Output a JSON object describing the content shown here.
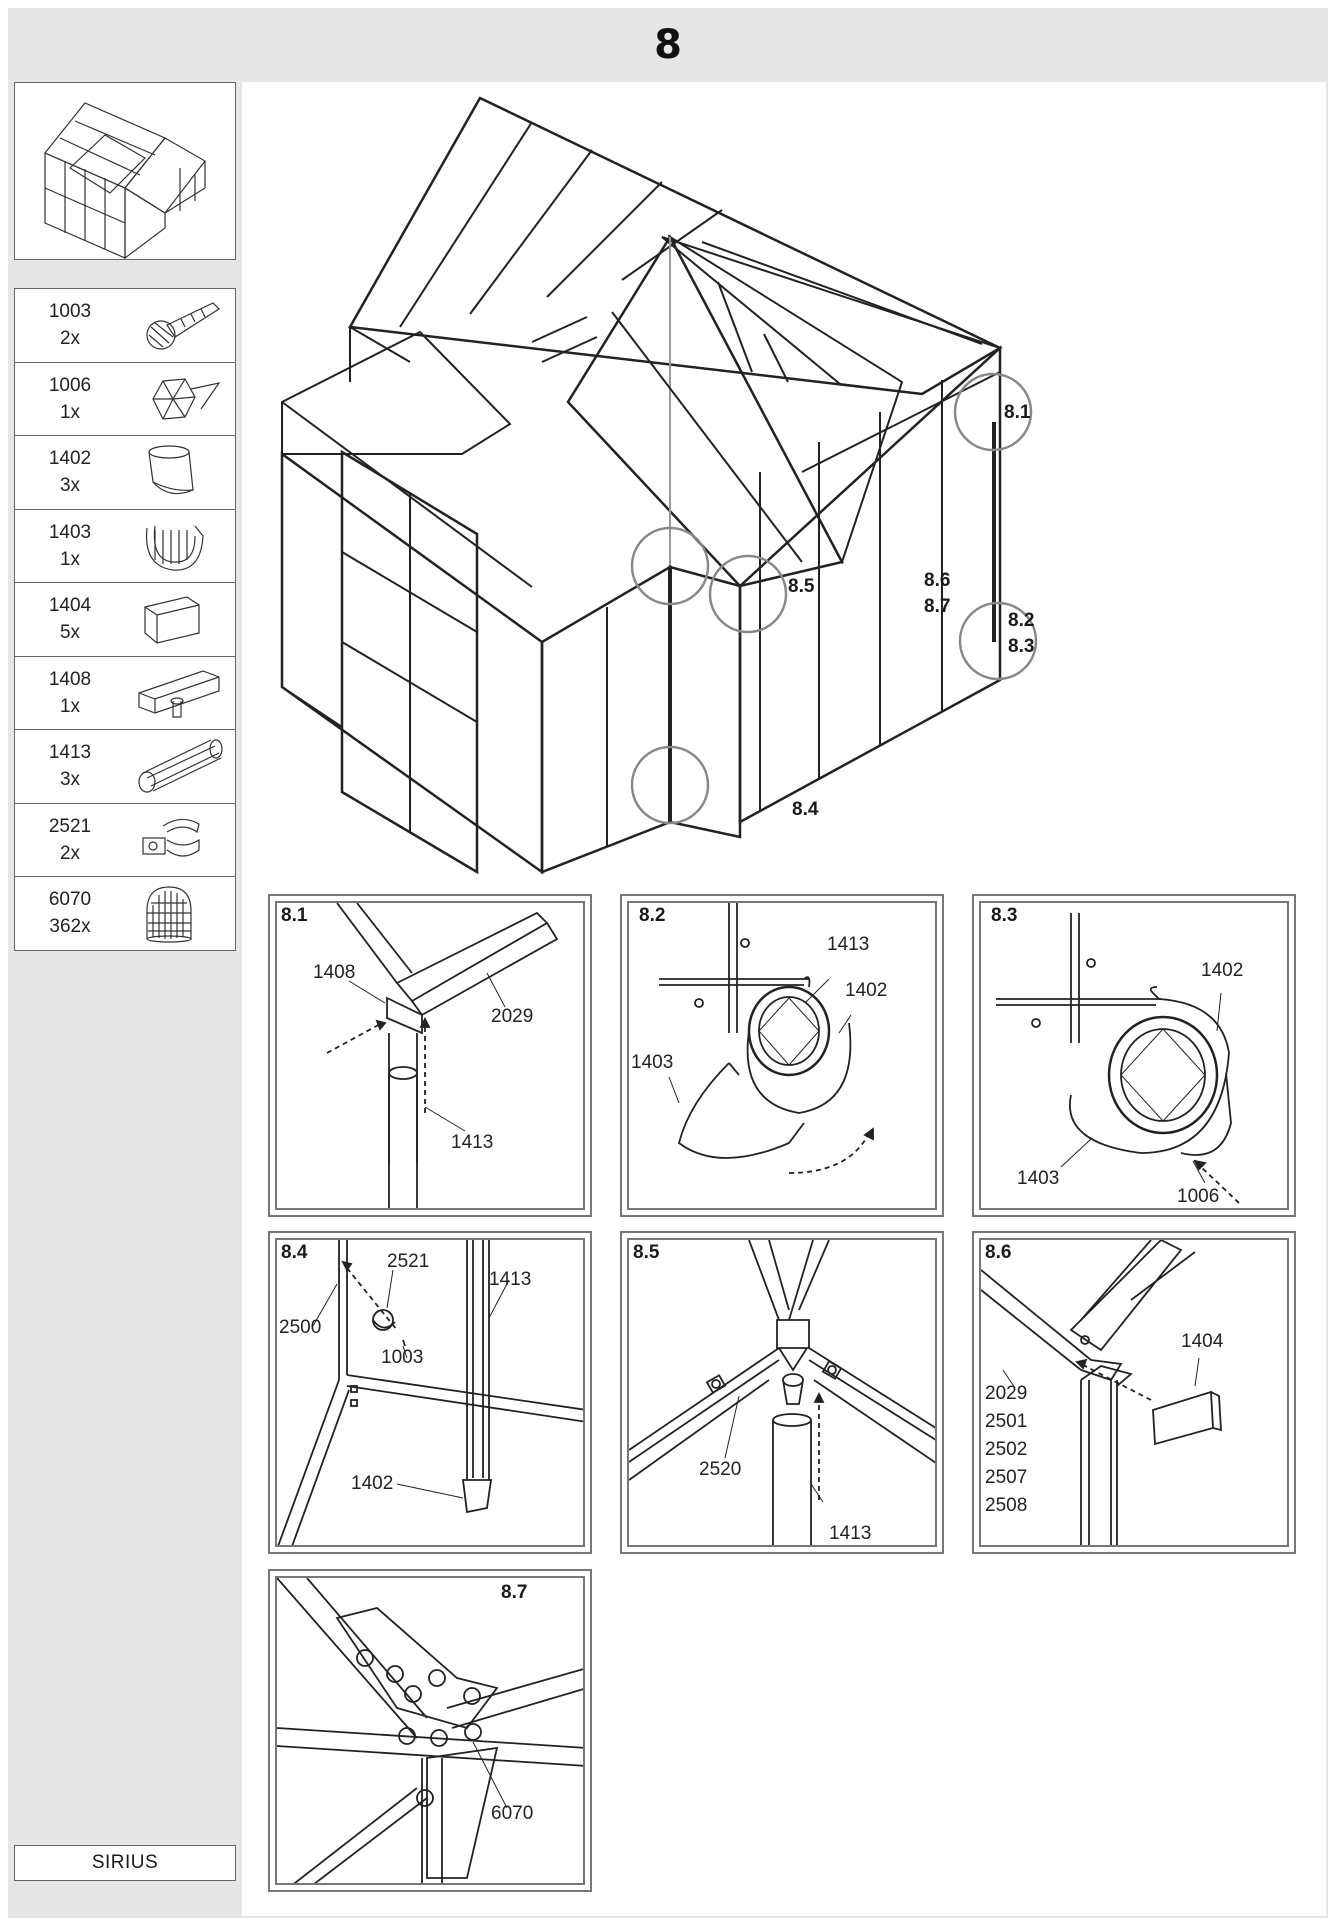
{
  "header": {
    "step": "8"
  },
  "parts": [
    {
      "number": "1003",
      "qty": "2x",
      "icon": "screw-bolt-icon"
    },
    {
      "number": "1006",
      "qty": "1x",
      "icon": "nut-icon"
    },
    {
      "number": "1402",
      "qty": "3x",
      "icon": "downpipe-outlet-icon"
    },
    {
      "number": "1403",
      "qty": "1x",
      "icon": "pipe-clip-icon"
    },
    {
      "number": "1404",
      "qty": "5x",
      "icon": "gutter-end-cap-icon"
    },
    {
      "number": "1408",
      "qty": "1x",
      "icon": "gutter-outlet-icon"
    },
    {
      "number": "1413",
      "qty": "3x",
      "icon": "downpipe-tube-icon"
    },
    {
      "number": "2521",
      "qty": "2x",
      "icon": "pipe-bracket-icon"
    },
    {
      "number": "6070",
      "qty": "362x",
      "icon": "bolt-cap-icon"
    }
  ],
  "model": "SIRIUS",
  "main_callouts": [
    {
      "id": "c81",
      "lines": [
        "8.1"
      ]
    },
    {
      "id": "c8283",
      "lines": [
        "8.2",
        "8.3"
      ]
    },
    {
      "id": "c85",
      "lines": [
        "8.5"
      ]
    },
    {
      "id": "c8687",
      "lines": [
        "8.6",
        "8.7"
      ]
    },
    {
      "id": "c84",
      "lines": [
        "8.4"
      ]
    }
  ],
  "details": {
    "d81": {
      "label": "8.1",
      "callouts": [
        "1408",
        "2029",
        "1413"
      ]
    },
    "d82": {
      "label": "8.2",
      "callouts": [
        "1413",
        "1402",
        "1403"
      ]
    },
    "d83": {
      "label": "8.3",
      "callouts": [
        "1402",
        "1403",
        "1006"
      ]
    },
    "d84": {
      "label": "8.4",
      "callouts": [
        "2521",
        "1413",
        "2500",
        "1003",
        "1402"
      ]
    },
    "d85": {
      "label": "8.5",
      "callouts": [
        "2520",
        "1413"
      ]
    },
    "d86": {
      "label": "8.6",
      "callouts": [
        "1404",
        "2029",
        "2501",
        "2502",
        "2507",
        "2508"
      ]
    },
    "d87": {
      "label": "8.7",
      "callouts": [
        "6070"
      ]
    }
  }
}
